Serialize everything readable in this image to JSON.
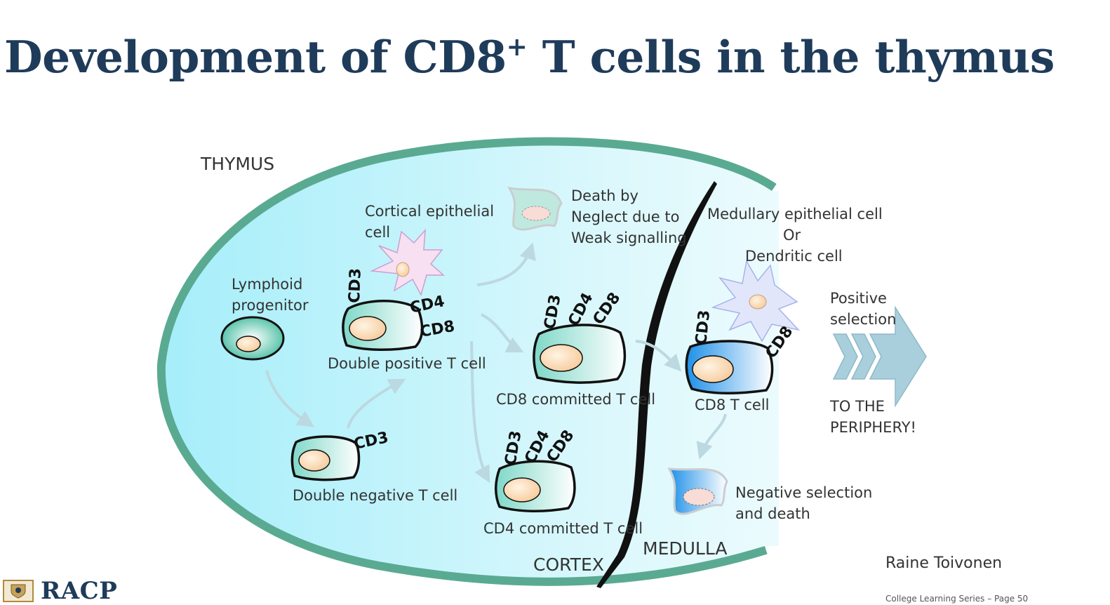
{
  "slide": {
    "title_main": "Development of CD8",
    "title_sup": "+",
    "title_rest": " T cells in the thymus",
    "author": "Raine Toivonen",
    "footer": "College Learning Series – Page 50",
    "logo_text": "RACP"
  },
  "diagram": {
    "regions": {
      "thymus": "THYMUS",
      "cortex": "CORTEX",
      "medulla": "MEDULLA"
    },
    "labels": {
      "lymphoid_1": "Lymphoid",
      "lymphoid_2": "progenitor",
      "cortical_1": "Cortical epithelial",
      "cortical_2": "cell",
      "death_1": "Death by",
      "death_2": "Neglect due to",
      "death_3": "Weak signalling",
      "medullary_1": "Medullary epithelial cell",
      "medullary_2": "Or",
      "medullary_3": "Dendritic cell",
      "double_positive": "Double positive T cell",
      "double_negative": "Double negative T cell",
      "cd8_committed": "CD8 committed T cell",
      "cd4_committed": "CD4 committed T cell",
      "cd8_t_cell": "CD8 T cell",
      "positive_1": "Positive",
      "positive_2": "selection",
      "periphery_1": "TO THE",
      "periphery_2": "PERIPHERY!",
      "negative_1": "Negative selection",
      "negative_2": "and death"
    },
    "markers": {
      "cd3": "CD3",
      "cd4": "CD4",
      "cd8": "CD8"
    },
    "colors": {
      "title": "#1f3b5a",
      "capsule": "#5aaa92",
      "cortex_fill": "#a8ecf8",
      "boundary": "#111111",
      "arrow": "#bcd8e0",
      "chevron": "#a9cfdc"
    }
  }
}
